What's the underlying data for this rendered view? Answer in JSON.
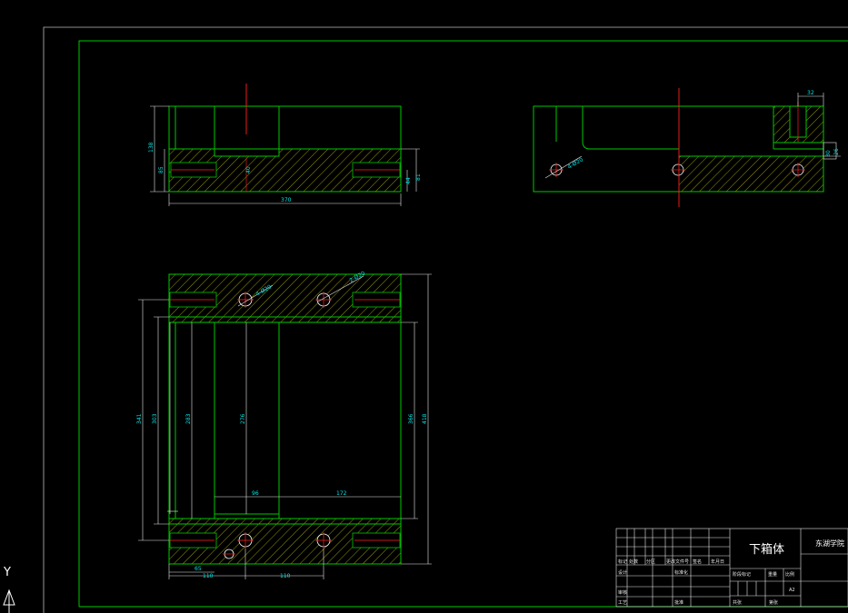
{
  "colors": {
    "background": "#000000",
    "outline": "#00c800",
    "dimension": "#00e5e5",
    "centerline": "#ff2020",
    "hatch": "#a8a800",
    "white": "#ffffff"
  },
  "front_view": {
    "dims": {
      "overall_width": "370",
      "height_left": "138",
      "height_inner": "85",
      "mid": "40",
      "right_outer": "81",
      "right_inner": "44"
    }
  },
  "side_view": {
    "dims": {
      "top_width": "32",
      "hole_note": "4-Ø20",
      "r1": "30",
      "r2": "26"
    }
  },
  "top_view": {
    "dims": {
      "hole_note_left": "4-Ø20",
      "hole_note_right": "2-Ø20",
      "height_1": "341",
      "height_2": "303",
      "height_3": "283",
      "height_4": "276",
      "height_right_1": "366",
      "height_right_2": "418",
      "inner_left": "96",
      "inner_right": "172",
      "bottom_1": "65",
      "bottom_2": "110",
      "bottom_3": "110"
    }
  },
  "title_block": {
    "part_name": "下箱体",
    "organization": "东湖学院",
    "scale_label": "A2",
    "rows": [
      "标记",
      "处数",
      "分区",
      "更改文件号",
      "签名",
      "年月日",
      "设计",
      "标准化",
      "阶段标记",
      "重量",
      "比例",
      "审核",
      "工艺",
      "批准",
      "共张",
      "第张"
    ]
  },
  "ucs": {
    "y_label": "Y"
  }
}
